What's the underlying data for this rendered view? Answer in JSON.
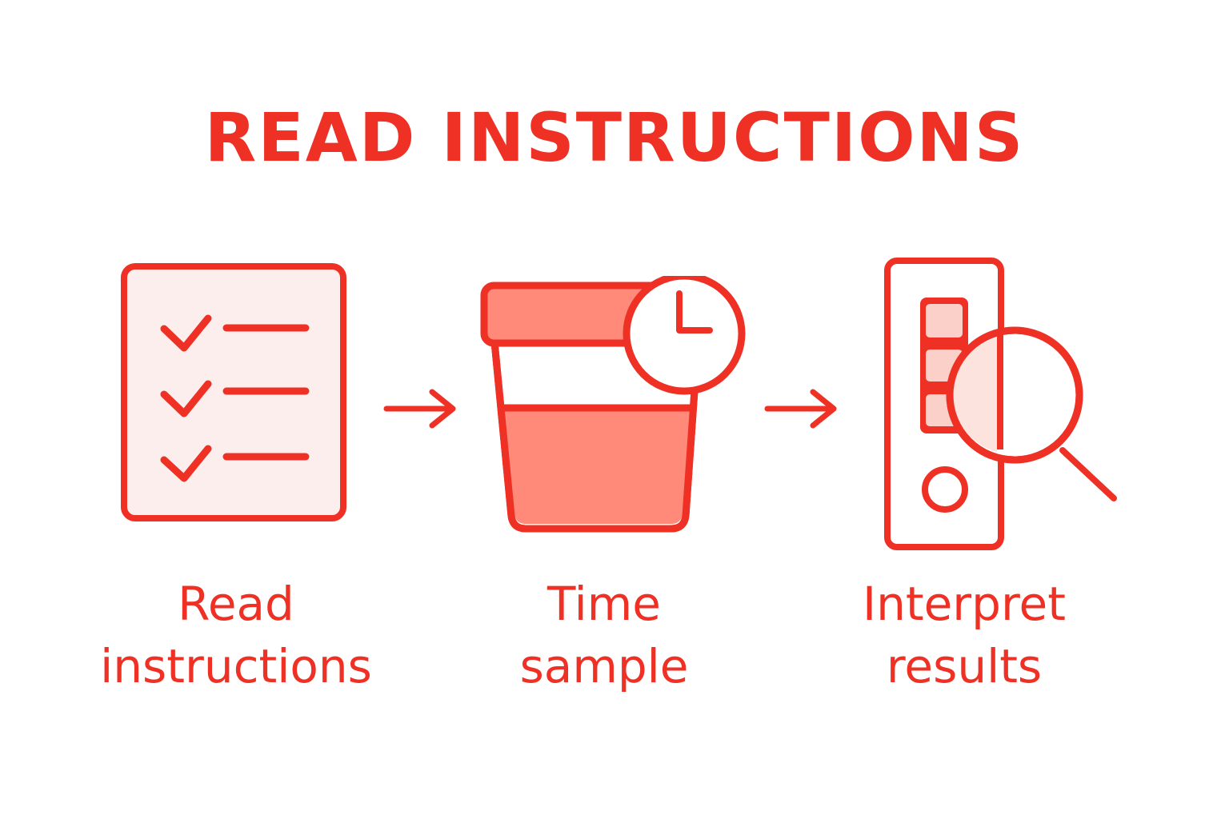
{
  "title": "READ INSTRUCTIONS",
  "colors": {
    "accent": "#ee3124",
    "light_fill": "#fdeeee",
    "medium_fill": "#ff8a7a",
    "pale_fill": "#fbd0c8",
    "background": "#ffffff"
  },
  "steps": [
    {
      "icon": "checklist-icon",
      "line1": "Read",
      "line2": "instructions"
    },
    {
      "icon": "sample-cup-clock-icon",
      "line1": "Time",
      "line2": "sample"
    },
    {
      "icon": "test-strip-magnifier-icon",
      "line1": "Interpret",
      "line2": "results"
    }
  ],
  "arrows": [
    "arrow-right-icon",
    "arrow-right-icon"
  ]
}
